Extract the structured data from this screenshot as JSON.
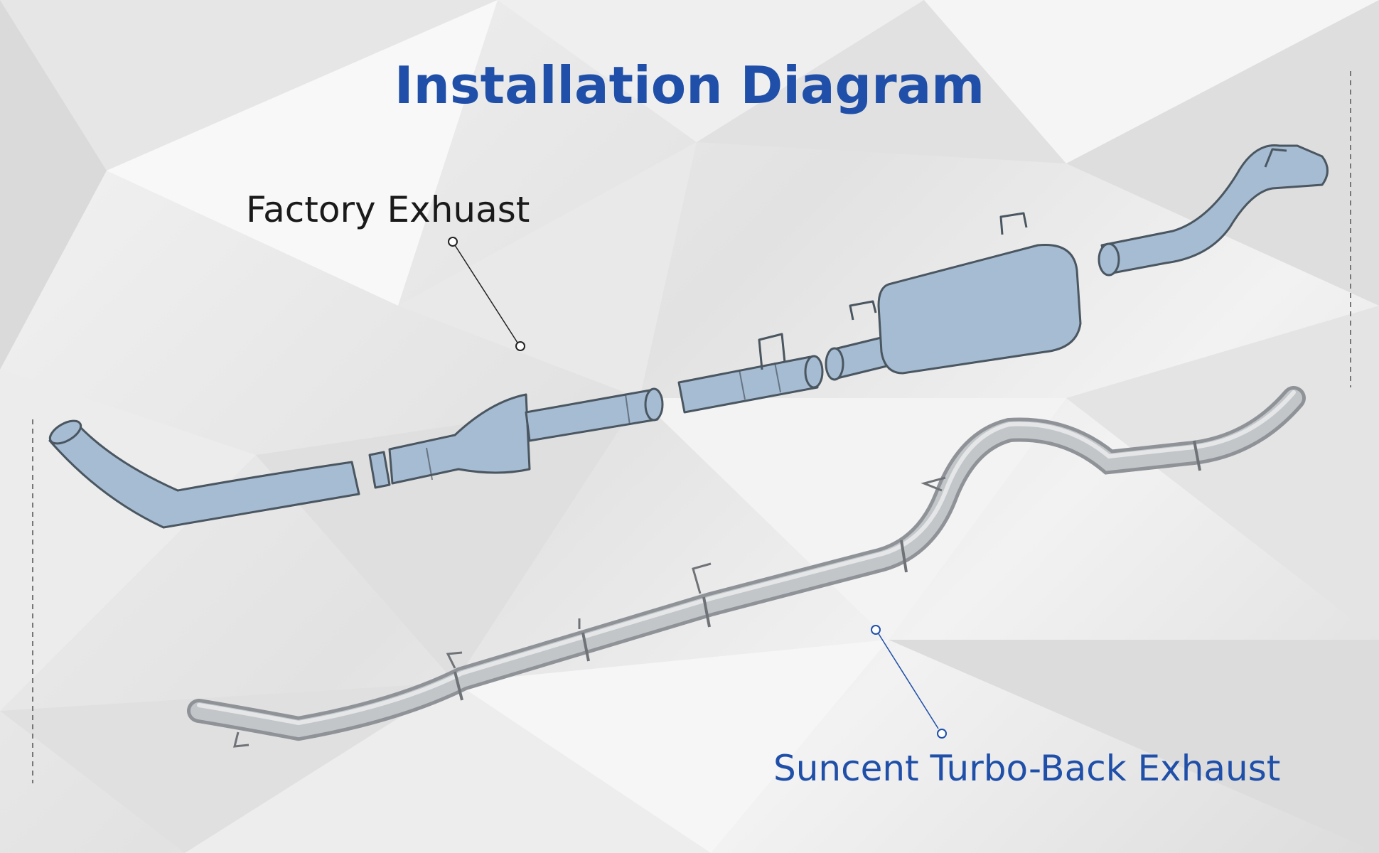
{
  "title": "Installation Diagram",
  "labels": {
    "factory": "Factory Exhuast",
    "suncent": "Suncent Turbo-Back Exhaust"
  },
  "colors": {
    "title": "#1f4fa8",
    "factory_text": "#1a1a1a",
    "suncent_text": "#1f4fa8",
    "factory_part_fill": "#a6bcd3",
    "factory_part_stroke": "#4a5660",
    "steel_pipe": "#b4b7bb"
  },
  "icons": {
    "factory_callout": "callout-leader-icon",
    "suncent_callout": "callout-leader-icon"
  }
}
